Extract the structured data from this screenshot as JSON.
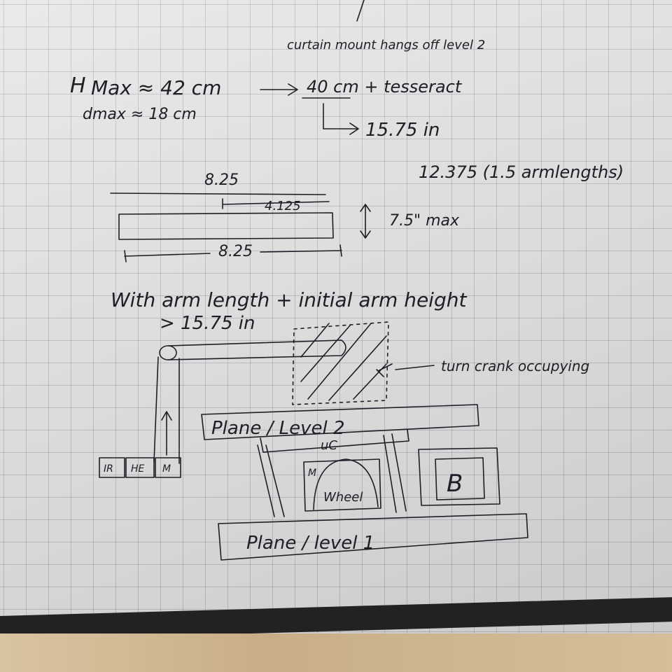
{
  "sketch": {
    "curtain_note": "curtain mount hangs off level 2",
    "height_label": "H",
    "max_line": "Max ≈ 42 cm",
    "dmax_line": "dmax ≈ 18 cm",
    "tesseract_note": "40 cm + tesseract",
    "inches_result": "15.75 in",
    "arm_calc": "12.375 (1.5 armlengths)",
    "top_width": "8.25",
    "half_width": "4.125",
    "max_height": "7.5\" max",
    "bottom_width": "8.25",
    "condition_line": "With arm length + initial arm height",
    "condition_value": "> 15.75 in",
    "crank_note": "turn crank occupying",
    "level2_label": "Plane / Level 2",
    "uc_label": "uC",
    "motor_label": "M",
    "wheel_label": "Wheel",
    "battery_label": "B",
    "level1_label": "Plane / level 1",
    "box_ir": "IR",
    "box_he": "HE",
    "box_m": "M"
  }
}
